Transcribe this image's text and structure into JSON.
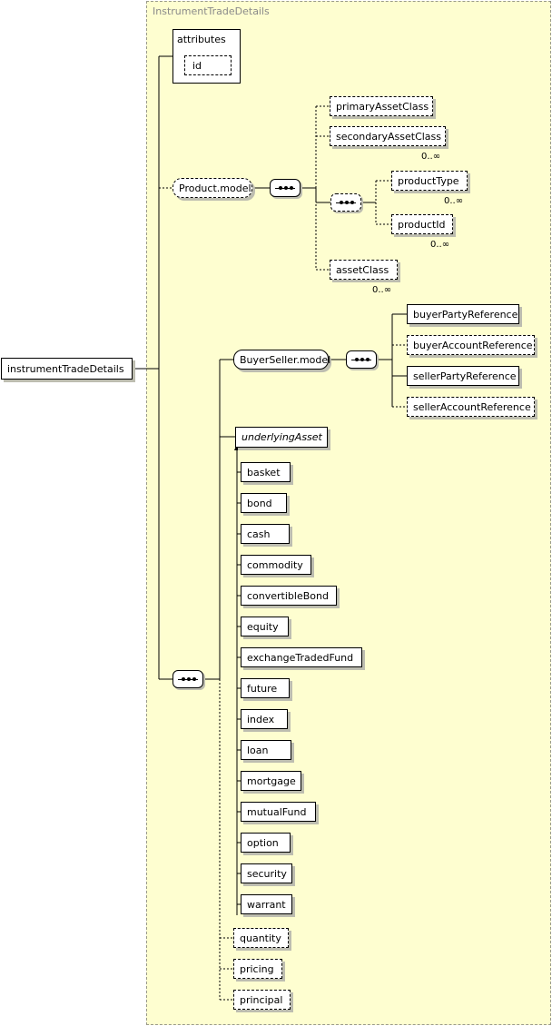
{
  "diagram": {
    "title": "InstrumentTradeDetails",
    "root": {
      "label": "instrumentTradeDetails"
    },
    "attributes": {
      "label": "attributes",
      "items": [
        "id"
      ]
    },
    "product_model": {
      "label": "Product.model",
      "children": [
        {
          "label": "primaryAssetClass",
          "occurs": ""
        },
        {
          "label": "secondaryAssetClass",
          "occurs": "0..∞"
        },
        {
          "label": "assetClass",
          "occurs": "0..∞"
        }
      ],
      "sub_sequence": [
        {
          "label": "productType",
          "occurs": "0..∞"
        },
        {
          "label": "productId",
          "occurs": "0..∞"
        }
      ]
    },
    "buyer_seller_model": {
      "label": "BuyerSeller.model",
      "children": [
        {
          "label": "buyerPartyReference"
        },
        {
          "label": "buyerAccountReference"
        },
        {
          "label": "sellerPartyReference"
        },
        {
          "label": "sellerAccountReference"
        }
      ]
    },
    "underlying": {
      "label": "underlyingAsset",
      "substitutions": [
        "basket",
        "bond",
        "cash",
        "commodity",
        "convertibleBond",
        "equity",
        "exchangeTradedFund",
        "future",
        "index",
        "loan",
        "mortgage",
        "mutualFund",
        "option",
        "security",
        "warrant"
      ]
    },
    "optional_tail": [
      "quantity",
      "pricing",
      "principal"
    ]
  }
}
